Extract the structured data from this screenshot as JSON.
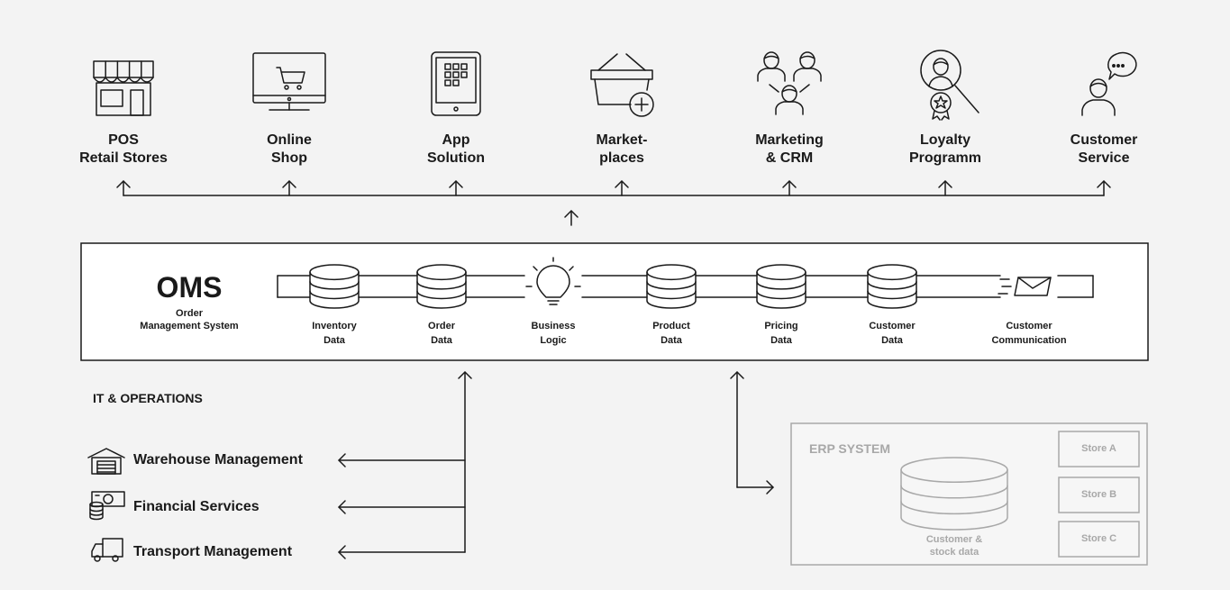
{
  "channels": [
    {
      "line1": "POS",
      "line2": "Retail Stores",
      "icon": "store-icon"
    },
    {
      "line1": "Online",
      "line2": "Shop",
      "icon": "monitor-cart-icon"
    },
    {
      "line1": "App",
      "line2": "Solution",
      "icon": "tablet-icon"
    },
    {
      "line1": "Market-",
      "line2": "places",
      "icon": "basket-plus-icon"
    },
    {
      "line1": "Marketing",
      "line2": "& CRM",
      "icon": "people-network-icon"
    },
    {
      "line1": "Loyalty",
      "line2": "Programm",
      "icon": "award-person-icon"
    },
    {
      "line1": "Customer",
      "line2": "Service",
      "icon": "person-chat-icon"
    }
  ],
  "oms": {
    "title": "OMS",
    "subtitle_line1": "Order",
    "subtitle_line2": "Management System",
    "modules": [
      {
        "line1": "Inventory",
        "line2": "Data",
        "icon": "database-icon"
      },
      {
        "line1": "Order",
        "line2": "Data",
        "icon": "database-icon"
      },
      {
        "line1": "Business",
        "line2": "Logic",
        "icon": "lightbulb-icon"
      },
      {
        "line1": "Product",
        "line2": "Data",
        "icon": "database-icon"
      },
      {
        "line1": "Pricing",
        "line2": "Data",
        "icon": "database-icon"
      },
      {
        "line1": "Customer",
        "line2": "Data",
        "icon": "database-icon"
      },
      {
        "line1": "Customer",
        "line2": "Communication",
        "icon": "envelope-icon"
      }
    ]
  },
  "it_operations": {
    "title": "IT & OPERATIONS",
    "items": [
      {
        "label": "Warehouse Management",
        "icon": "warehouse-icon"
      },
      {
        "label": "Financial Services",
        "icon": "money-coins-icon"
      },
      {
        "label": "Transport Management",
        "icon": "truck-icon"
      }
    ]
  },
  "erp": {
    "title": "ERP SYSTEM",
    "data_line1": "Customer &",
    "data_line2": "stock data",
    "stores": [
      "Store A",
      "Store B",
      "Store C"
    ]
  },
  "colors": {
    "background": "#f3f3f3",
    "panel": "#ffffff",
    "line": "#1a1a1a",
    "erp_gray": "#a8a8a8"
  }
}
